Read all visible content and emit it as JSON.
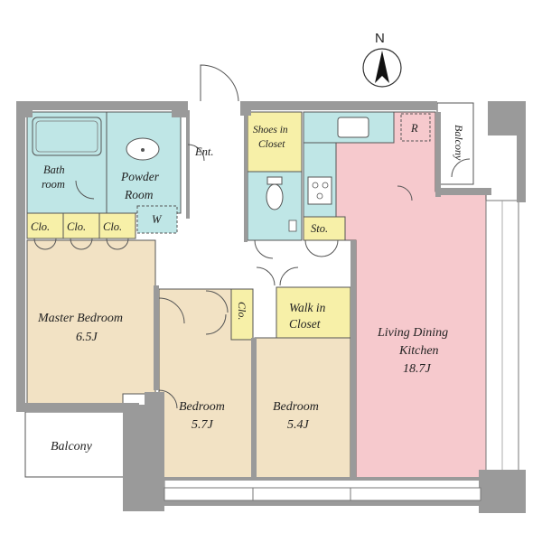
{
  "compass": {
    "label": "N"
  },
  "rooms": {
    "bathroom": {
      "line1": "Bath",
      "line2": "room"
    },
    "powder_room": {
      "line1": "Powder",
      "line2": "Room"
    },
    "washer": {
      "label": "W"
    },
    "entrance": {
      "label": "Ent."
    },
    "shoes_closet": {
      "line1": "Shoes in",
      "line2": "Closet"
    },
    "refrigerator": {
      "label": "R"
    },
    "balcony_east": {
      "label": "Balcony"
    },
    "closets_master": {
      "labels": [
        "Clo.",
        "Clo.",
        "Clo."
      ]
    },
    "storage": {
      "label": "Sto."
    },
    "master_bedroom": {
      "line1": "Master Bedroom",
      "line2": "6.5J"
    },
    "closet_small": {
      "label": "Clo."
    },
    "walk_in_closet": {
      "line1": "Walk in",
      "line2": "Closet"
    },
    "ldk": {
      "line1": "Living Dining",
      "line2": "Kitchen",
      "line3": "18.7J"
    },
    "bedroom_1": {
      "line1": "Bedroom",
      "line2": "5.7J"
    },
    "bedroom_2": {
      "line1": "Bedroom",
      "line2": "5.4J"
    },
    "balcony_west": {
      "label": "Balcony"
    }
  },
  "colors": {
    "wall": "#9a9a9a",
    "bedroom_floor": "#f2e2c4",
    "ldk_floor": "#f6c9cd",
    "wet_area": "#bfe6e6",
    "storage": "#f7f0a8",
    "hall": "#ffffff",
    "line": "#555555"
  }
}
